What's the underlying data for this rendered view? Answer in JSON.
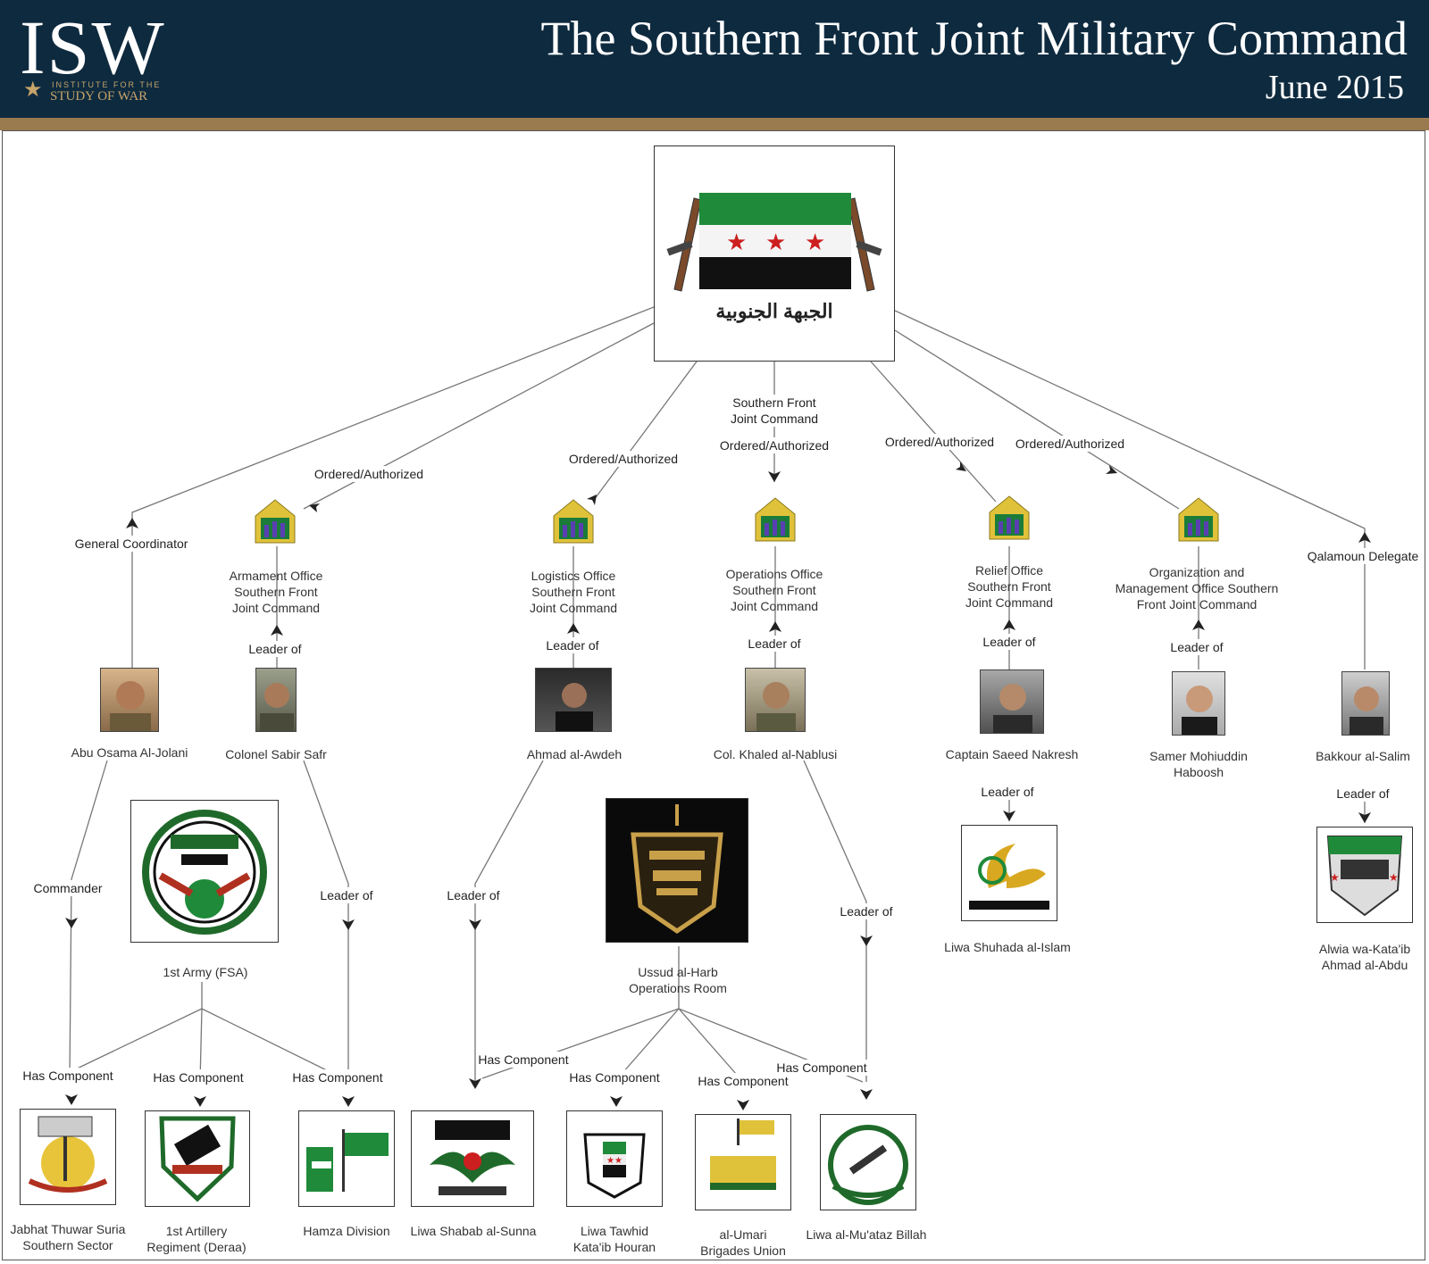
{
  "header": {
    "logo_text": "ISW",
    "logo_line1": "INSTITUTE FOR THE",
    "logo_line2": "STUDY OF WAR",
    "title": "The Southern Front Joint Military Command",
    "date": "June 2015"
  },
  "colors": {
    "header_bg": "#0e2a3f",
    "gold": "#9a7a4f",
    "flag_green": "#1f8a3a",
    "flag_red": "#cc1f1f"
  },
  "root": {
    "arabic_text": "الجبهة الجنوبية"
  },
  "edge_labels": {
    "general_coordinator": "General Coordinator",
    "ordered_1": "Ordered/Authorized",
    "ordered_2": "Ordered/Authorized",
    "sfjc_1": "Southern Front",
    "sfjc_2": "Joint Command",
    "ordered_3": "Ordered/Authorized",
    "ordered_4": "Ordered/Authorized",
    "ordered_5": "Ordered/Authorized",
    "qalamoun": "Qalamoun Delegate",
    "leader_1": "Leader of",
    "leader_2": "Leader of",
    "leader_3": "Leader of",
    "leader_4": "Leader of",
    "leader_5": "Leader of",
    "leader_6": "Leader of",
    "leader_salim": "Leader of",
    "leader_hamza": "Leader of",
    "leader_shabab": "Leader of",
    "leader_mutaz": "Leader of",
    "commander": "Commander",
    "has_1": "Has Component",
    "has_2": "Has Component",
    "has_3": "Has Component",
    "has_4": "Has Component",
    "has_5": "Has Component",
    "has_6": "Has Component",
    "has_7": "Has Component"
  },
  "offices": [
    {
      "l1": "Armament Office",
      "l2": "Southern Front",
      "l3": "Joint Command"
    },
    {
      "l1": "Logistics Office",
      "l2": "Southern Front",
      "l3": "Joint Command"
    },
    {
      "l1": "Operations Office",
      "l2": "Southern Front",
      "l3": "Joint Command"
    },
    {
      "l1": "Relief Office",
      "l2": "Southern Front",
      "l3": "Joint Command"
    },
    {
      "l1": "Organization and",
      "l2": "Management Office Southern",
      "l3": "Front Joint Command"
    }
  ],
  "people": [
    {
      "name": "Abu Osama Al-Jolani"
    },
    {
      "name": "Colonel Sabir Safr"
    },
    {
      "name": "Ahmad al-Awdeh"
    },
    {
      "name": "Col. Khaled al-Nablusi"
    },
    {
      "name": "Captain Saeed Nakresh"
    },
    {
      "name1": "Samer Mohiuddin",
      "name2": "Haboosh"
    },
    {
      "name": "Bakkour al-Salim"
    }
  ],
  "groups": {
    "first_army": "1st Army (FSA)",
    "ussud_1": "Ussud al-Harb",
    "ussud_2": "Operations Room",
    "shuhada": "Liwa Shuhada al-Islam",
    "alwia_1": "Alwia wa-Kata'ib",
    "alwia_2": "Ahmad al-Abdu"
  },
  "components": [
    {
      "l1": "Jabhat Thuwar Suria",
      "l2": "Southern Sector"
    },
    {
      "l1": "1st Artillery",
      "l2": "Regiment (Deraa)"
    },
    {
      "l1": "Hamza Division",
      "l2": ""
    },
    {
      "l1": "Liwa Shabab al-Sunna",
      "l2": ""
    },
    {
      "l1": "Liwa Tawhid",
      "l2": "Kata'ib Houran"
    },
    {
      "l1": "al-Umari",
      "l2": "Brigades Union"
    },
    {
      "l1": "Liwa al-Mu'ataz Billah",
      "l2": ""
    }
  ]
}
